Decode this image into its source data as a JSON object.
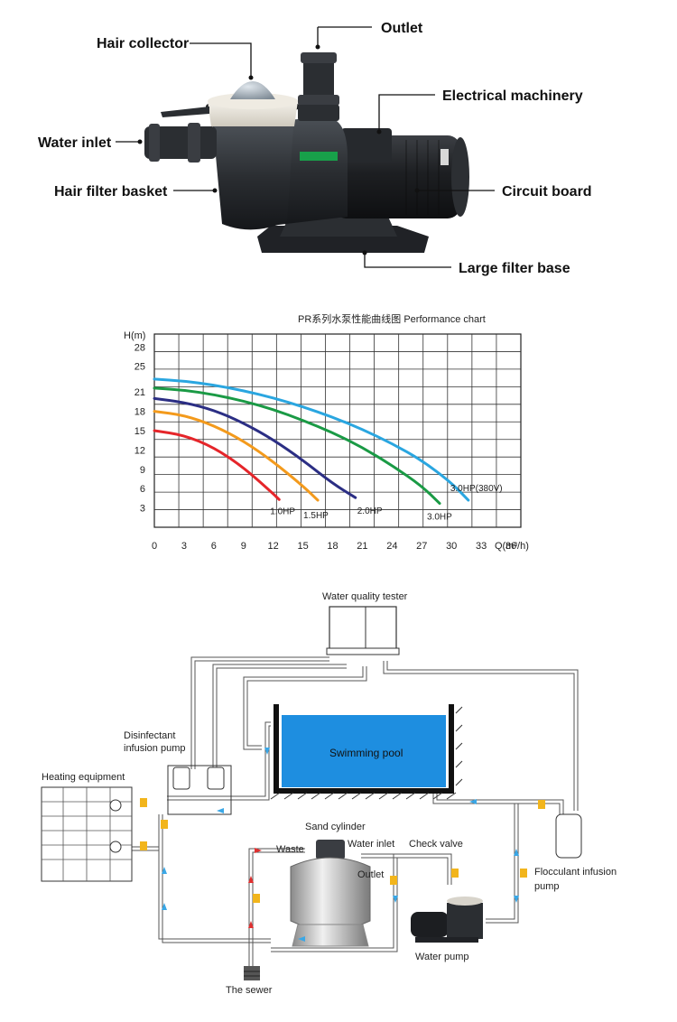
{
  "pump_labels": {
    "hair_collector": "Hair collector",
    "outlet": "Outlet",
    "electrical_machinery": "Electrical machinery",
    "water_inlet": "Water inlet",
    "hair_filter_basket": "Hair filter basket",
    "circuit_board": "Circuit board",
    "large_filter_base": "Large filter base"
  },
  "chart_data": {
    "type": "line",
    "title": "PR系列水泵性能曲线图 Performance chart",
    "xlabel": "Q(m³/h)",
    "ylabel": "H(m)",
    "xlim": [
      0,
      37
    ],
    "ylim": [
      0,
      30
    ],
    "x_ticks": [
      0,
      3,
      6,
      9,
      12,
      15,
      18,
      21,
      24,
      27,
      30,
      33,
      36
    ],
    "y_ticks": [
      3,
      6,
      9,
      12,
      15,
      18,
      21,
      25,
      28
    ],
    "grid": true,
    "series": [
      {
        "name": "1.0HP",
        "color": "#e5252a",
        "x": [
          0,
          3,
          6,
          9,
          12,
          12.6
        ],
        "y": [
          15,
          14.3,
          12.4,
          9.3,
          5.2,
          4.3
        ]
      },
      {
        "name": "1.5HP",
        "color": "#f39a1c",
        "x": [
          0,
          3,
          6,
          9,
          12,
          15,
          16.5
        ],
        "y": [
          18,
          17.4,
          15.8,
          13.4,
          10.2,
          6.4,
          4.2
        ]
      },
      {
        "name": "2.0HP",
        "color": "#2b2e84",
        "x": [
          0,
          3,
          6,
          9,
          12,
          15,
          18,
          20.3
        ],
        "y": [
          20,
          19.4,
          18.2,
          16.2,
          13.6,
          10.4,
          6.8,
          4.6
        ]
      },
      {
        "name": "3.0HP",
        "color": "#1a9a45",
        "x": [
          0,
          3,
          6,
          9,
          12,
          15,
          18,
          21,
          24,
          27,
          28.8
        ],
        "y": [
          21.6,
          21.3,
          20.6,
          19.6,
          18.3,
          16.6,
          14.7,
          12.4,
          9.6,
          6.4,
          3.7
        ]
      },
      {
        "name": "3.0HP(380V)",
        "color": "#2aa6e0",
        "x": [
          0,
          3,
          6,
          9,
          12,
          15,
          18,
          21,
          24,
          27,
          30,
          31.7
        ],
        "y": [
          23,
          22.7,
          22.1,
          21.2,
          20.1,
          18.7,
          17.1,
          15.2,
          13.0,
          10.4,
          6.9,
          4.2
        ]
      }
    ]
  },
  "diagram": {
    "water_quality_tester": "Water quality tester",
    "disinfectant_pump": "Disinfectant\ninfusion pump",
    "heating_equipment": "Heating equipment",
    "swimming_pool": "Swimming pool",
    "sand_cylinder": "Sand cylinder",
    "waste": "Waste",
    "water_inlet": "Water inlet",
    "check_valve": "Check valve",
    "outlet": "Outlet",
    "flocculant_pump": "Flocculant infusion\npump",
    "water_pump": "Water pump",
    "the_sewer": "The sewer"
  },
  "colors": {
    "pool_blue": "#1e8ee0",
    "flow_arrow": "#3aa7e6",
    "waste_arrow": "#e03030",
    "valve_yellow": "#f2b51c"
  }
}
